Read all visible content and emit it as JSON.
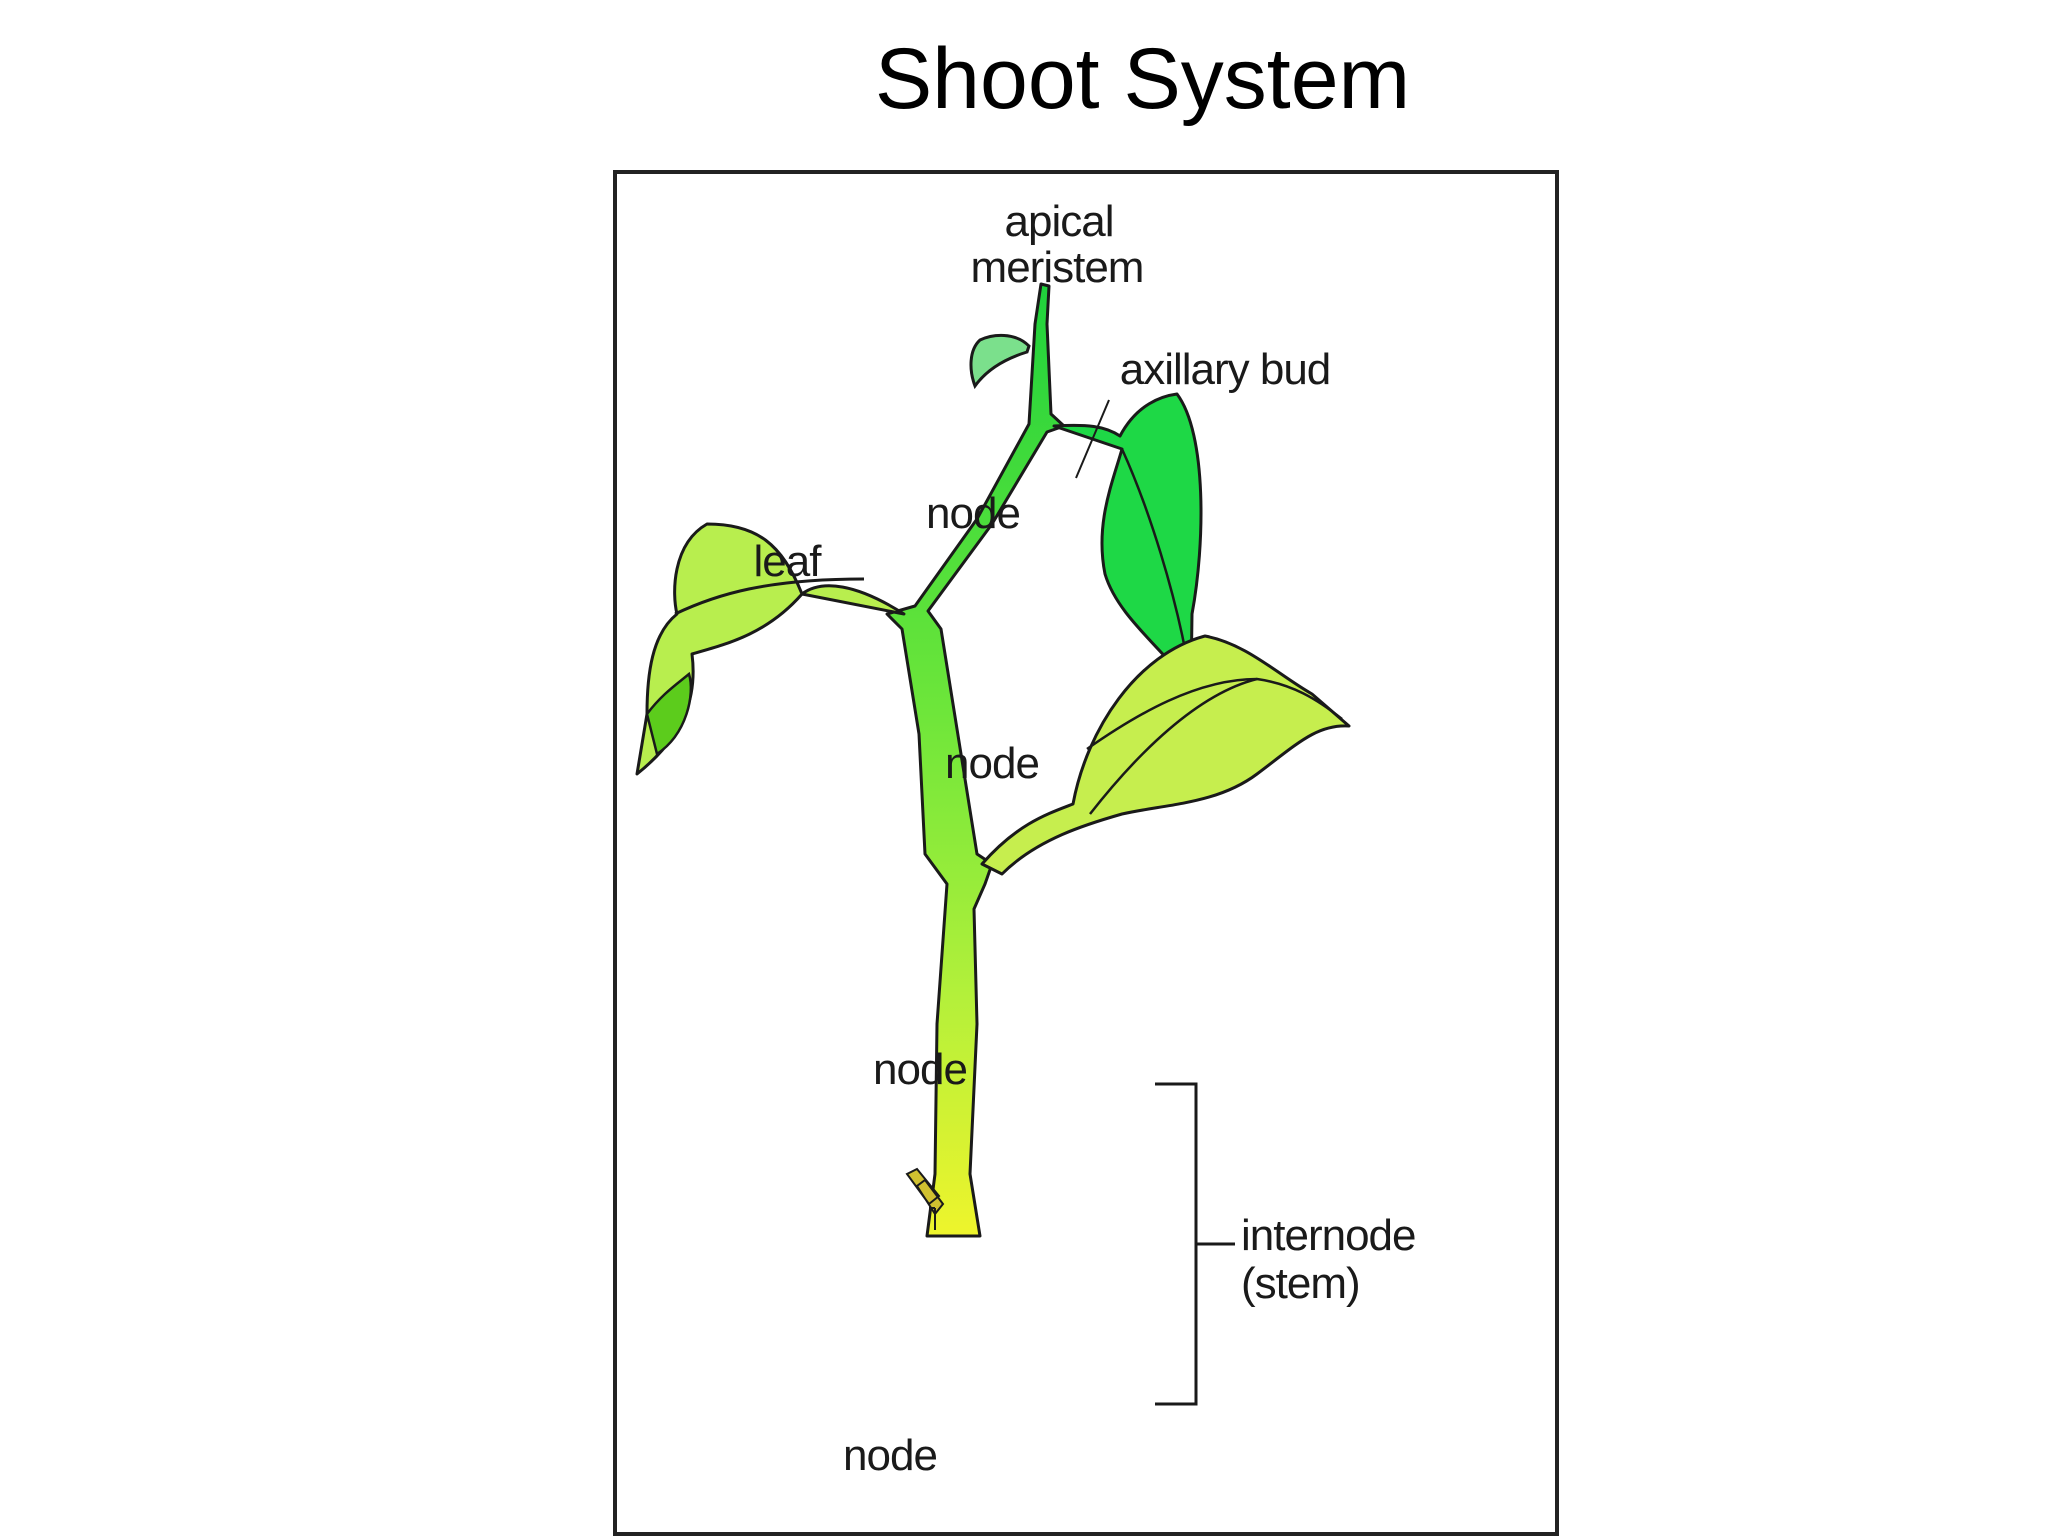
{
  "title": "Shoot System",
  "labels": {
    "apical_meristem_line1": "apical",
    "apical_meristem_line2": "meristem",
    "axillary_bud": "axillary bud",
    "leaf": "leaf",
    "node_upper": "node",
    "node_middle": "node",
    "node_lower": "node",
    "node_bottom": "node",
    "internode_line1": "internode",
    "internode_line2": "(stem)"
  },
  "colors": {
    "stem_dark": "#1fd23c",
    "stem_light": "#b4f03a",
    "stem_base": "#eef42c",
    "leaf_light": "#b8ee4e",
    "leaf_dark": "#1ed846",
    "outline": "#1a1a1a"
  }
}
